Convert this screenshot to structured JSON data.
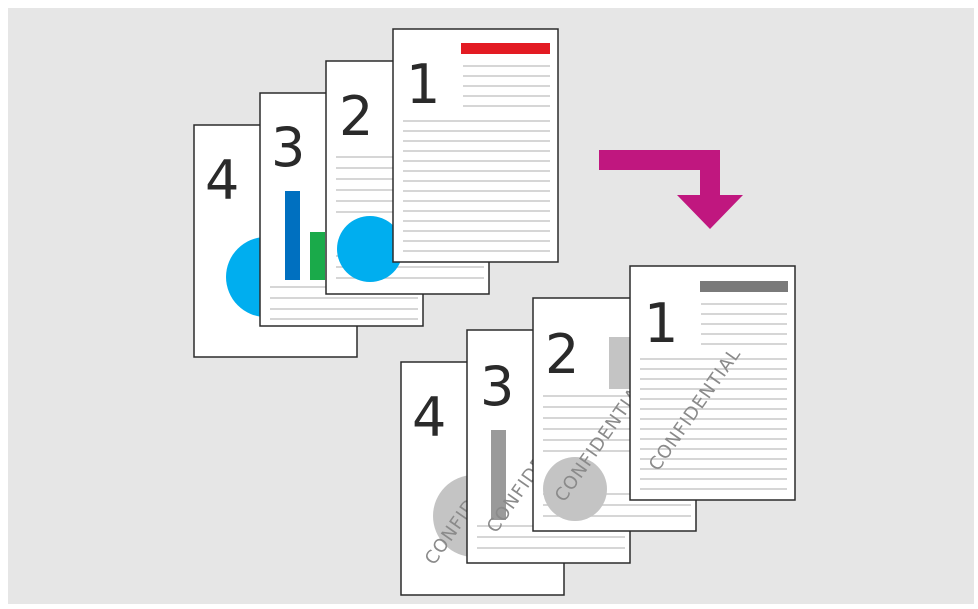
{
  "colors": {
    "background": "#e6e6e6",
    "paper": "#ffffff",
    "page_border": "#2b2b2b",
    "text_lines": "#c8c8c8",
    "accent_red": "#e31b23",
    "chart_blue": "#00aeef",
    "bar_blue": "#0070c0",
    "bar_green": "#1aaa4a",
    "arrow": "#c0177f",
    "grey_mark": "#7a7a7a",
    "grey_shape": "#c4c4c4"
  },
  "original_set": {
    "pages": [
      {
        "number": "1"
      },
      {
        "number": "2"
      },
      {
        "number": "3"
      },
      {
        "number": "4"
      }
    ]
  },
  "watermarked_set": {
    "watermark": "CONFIDENTIAL",
    "pages": [
      {
        "number": "1"
      },
      {
        "number": "2"
      },
      {
        "number": "3"
      },
      {
        "number": "4"
      }
    ]
  },
  "arrow": {
    "icon": "bent-arrow-down-icon"
  }
}
